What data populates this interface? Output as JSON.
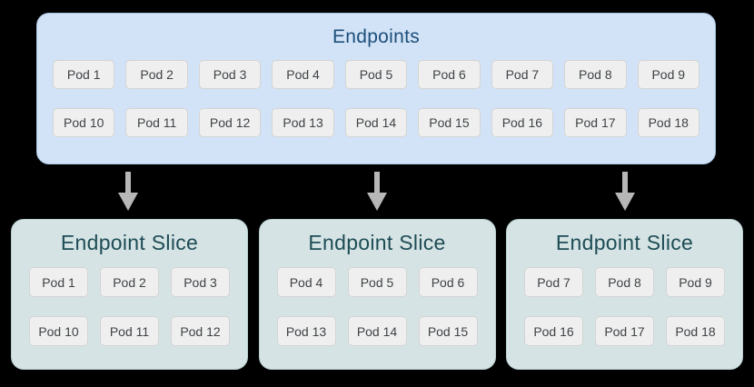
{
  "endpoints": {
    "title": "Endpoints",
    "pods": [
      "Pod 1",
      "Pod 2",
      "Pod 3",
      "Pod 4",
      "Pod 5",
      "Pod 6",
      "Pod 7",
      "Pod 8",
      "Pod 9",
      "Pod 10",
      "Pod 11",
      "Pod 12",
      "Pod 13",
      "Pod 14",
      "Pod 15",
      "Pod 16",
      "Pod 17",
      "Pod 18"
    ]
  },
  "connectors": {
    "icon": "arrow-down-icon",
    "count": 3
  },
  "slices": [
    {
      "title": "Endpoint Slice",
      "pods": [
        "Pod 1",
        "Pod 2",
        "Pod 3",
        "Pod 10",
        "Pod 11",
        "Pod 12"
      ]
    },
    {
      "title": "Endpoint Slice",
      "pods": [
        "Pod 4",
        "Pod 5",
        "Pod 6",
        "Pod 13",
        "Pod 14",
        "Pod 15"
      ]
    },
    {
      "title": "Endpoint Slice",
      "pods": [
        "Pod 7",
        "Pod 8",
        "Pod 9",
        "Pod 16",
        "Pod 17",
        "Pod 18"
      ]
    }
  ],
  "colors": {
    "background": "#000000",
    "endpoints_bg": "#d2e3f7",
    "endpoints_border": "#a7c5e4",
    "endpoints_title": "#1c4e79",
    "slice_bg": "#d5e3e4",
    "slice_border": "#b9cfd1",
    "slice_title": "#1e4c55",
    "pod_bg": "#efefef",
    "pod_border": "#d4d4d4",
    "pod_text": "#3f4346",
    "arrow": "#b7b7b7"
  }
}
